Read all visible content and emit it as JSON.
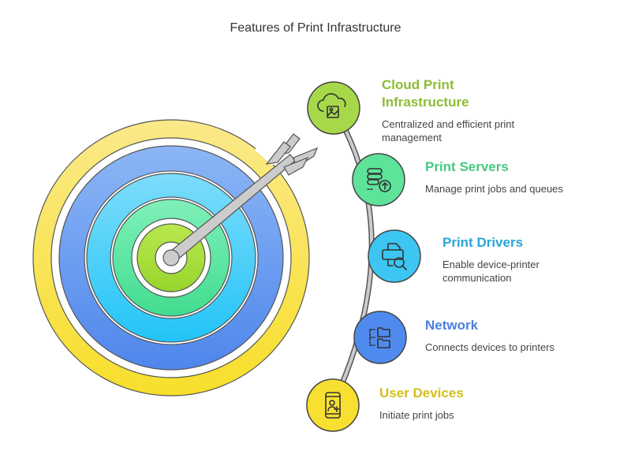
{
  "title": "Features of Print Infrastructure",
  "features": [
    {
      "title": "Cloud Print Infrastructure",
      "title_lines": [
        "Cloud Print",
        "Infrastructure"
      ],
      "description_lines": [
        "Centralized and efficient print",
        "management"
      ],
      "icon": "cloud-image-icon",
      "color": "#a6d84a",
      "text_color": "#8cbd34"
    },
    {
      "title": "Print Servers",
      "description_lines": [
        "Manage print jobs and queues"
      ],
      "icon": "server-upload-icon",
      "color": "#5ee39b",
      "text_color": "#45c97f"
    },
    {
      "title": "Print Drivers",
      "description_lines": [
        "Enable device-printer",
        "communication"
      ],
      "icon": "printer-search-icon",
      "color": "#3dc6f2",
      "text_color": "#27a6d6"
    },
    {
      "title": "Network",
      "description_lines": [
        "Connects devices to printers"
      ],
      "icon": "folder-network-icon",
      "color": "#4f8bef",
      "text_color": "#4a7fe0"
    },
    {
      "title": "User Devices",
      "description_lines": [
        "Initiate print jobs"
      ],
      "icon": "phone-user-add-icon",
      "color": "#f7e02f",
      "text_color": "#d2c01c"
    }
  ]
}
